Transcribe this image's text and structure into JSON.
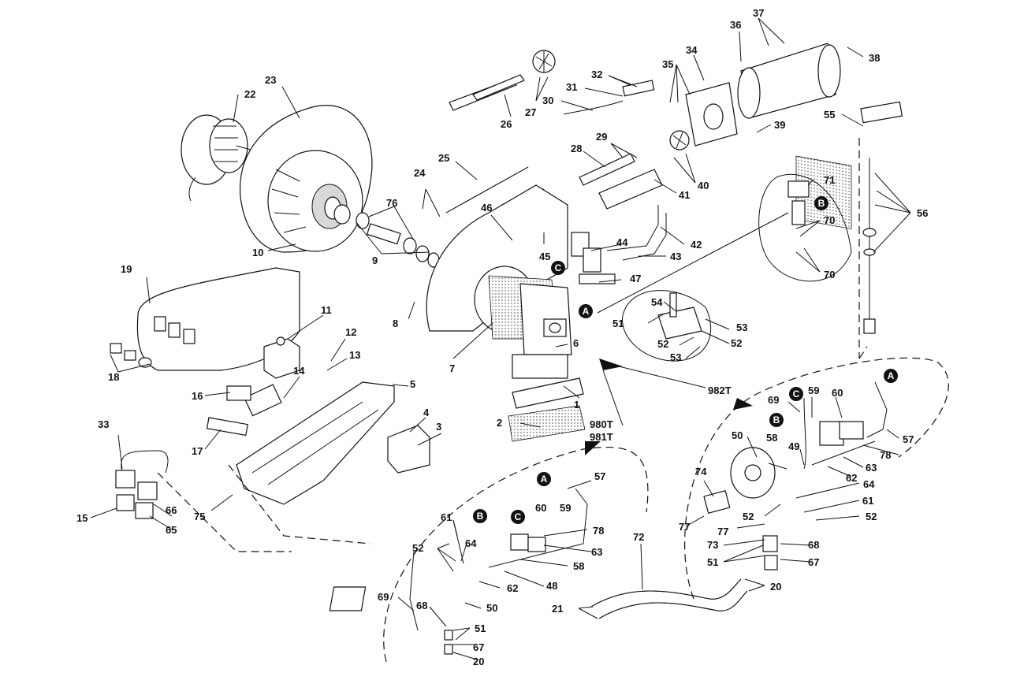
{
  "labels": [
    "1",
    "2",
    "3",
    "4",
    "5",
    "6",
    "7",
    "8",
    "9",
    "10",
    "11",
    "12",
    "13",
    "14",
    "15",
    "16",
    "17",
    "18",
    "19",
    "20",
    "21",
    "22",
    "23",
    "24",
    "25",
    "26",
    "27",
    "28",
    "29",
    "30",
    "31",
    "32",
    "33",
    "34",
    "35",
    "36",
    "37",
    "38",
    "39",
    "40",
    "41",
    "42",
    "43",
    "44",
    "45",
    "46",
    "47",
    "49",
    "50",
    "51",
    "52",
    "53",
    "54",
    "55",
    "56",
    "57",
    "58",
    "59",
    "60",
    "61",
    "62",
    "63",
    "64",
    "65",
    "66",
    "67",
    "68",
    "69",
    "70",
    "71",
    "72",
    "73",
    "74",
    "75",
    "76",
    "77",
    "78",
    "48"
  ],
  "models": {
    "m980": "980T",
    "m981": "981T",
    "m982": "982T"
  },
  "refs": {
    "a": "A",
    "b": "B",
    "c": "C"
  }
}
